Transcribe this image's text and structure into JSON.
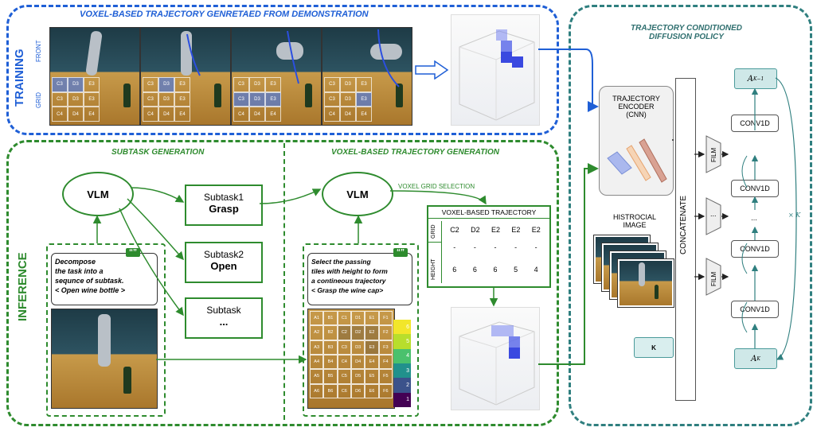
{
  "training": {
    "side_label": "TRAINING",
    "title": "VOXEL-BASED TRAJECTORY GENRETAED FROM DEMONSTRATION",
    "front_label": "FRONT",
    "grid_label": "GRID",
    "grid_cells": [
      "C3",
      "D3",
      "E3",
      "C3",
      "D3",
      "E3",
      "C4",
      "D4",
      "E4"
    ]
  },
  "inference": {
    "side_label": "INFERENCE",
    "subtask_title": "SUBTASK GENERATION",
    "voxel_title": "VOXEL-BASED TRAJECTORY GENERATION",
    "vlm1": "VLM",
    "vlm2": "VLM",
    "prompt1": [
      "Decompose",
      "the task into a",
      "sequnce of subtask.",
      "< Open wine bottle >"
    ],
    "prompt2": [
      "Select the passing",
      "tiles with height to form",
      "a contineous trajectory",
      "< Grasp the wine cap>"
    ],
    "quote": "“”",
    "subtasks": [
      {
        "line1": "Subtask1",
        "line2": "Grasp"
      },
      {
        "line1": "Subtask2",
        "line2": "Open"
      },
      {
        "line1": "Subtask",
        "line2": "..."
      }
    ],
    "voxel_grid_selection": "VOXEL GRID SELECTION",
    "traj_table": {
      "title": "VOXEL-BASED TRAJECTORY",
      "grid_label": "GRID",
      "height_label": "HEIGHT",
      "grid_values": [
        "C2",
        "D2",
        "E2",
        "E2",
        "E2"
      ],
      "dots": [
        "-",
        "-",
        "-",
        "-",
        "-"
      ],
      "height_values": [
        "6",
        "6",
        "6",
        "5",
        "4"
      ]
    },
    "tile_grid": [
      "A1",
      "B1",
      "C1",
      "D1",
      "E1",
      "F1",
      "A2",
      "B2",
      "C2",
      "D2",
      "E2",
      "F2",
      "A3",
      "B3",
      "C3",
      "D3",
      "E3",
      "F3",
      "A4",
      "B4",
      "C4",
      "D4",
      "E4",
      "F4",
      "A5",
      "B5",
      "C5",
      "D5",
      "E5",
      "F5",
      "A6",
      "B6",
      "C6",
      "D6",
      "E6",
      "F6"
    ],
    "height_scale": [
      "6",
      "5",
      "4",
      "3",
      "2",
      "1"
    ]
  },
  "policy": {
    "title_line1": "TRAJECTORY CONDITIONED",
    "title_line2": "DIFFUSION POLICY",
    "encoder_line1": "TRAJECTORY",
    "encoder_line2": "ENCODER",
    "encoder_line3": "(CNN)",
    "hist_line1": "HISTROCIAL",
    "hist_line2": "IMAGE",
    "k_label": "K",
    "concatenate": "CONCATENATE",
    "film": "FILM",
    "film_dots": "...",
    "conv_labels": [
      "CONV1D",
      "CONV1D",
      "...",
      "CONV1D",
      "CONV1D"
    ],
    "a_top": "A^{K-1}",
    "a_top_base": "A",
    "a_top_sup": "K−1",
    "a_bottom_base": "A",
    "a_bottom_sup": "K",
    "times_k": "× K"
  },
  "colors": {
    "blue": "#1f5fd6",
    "green": "#2e8b2e",
    "teal": "#2f7f7f"
  }
}
